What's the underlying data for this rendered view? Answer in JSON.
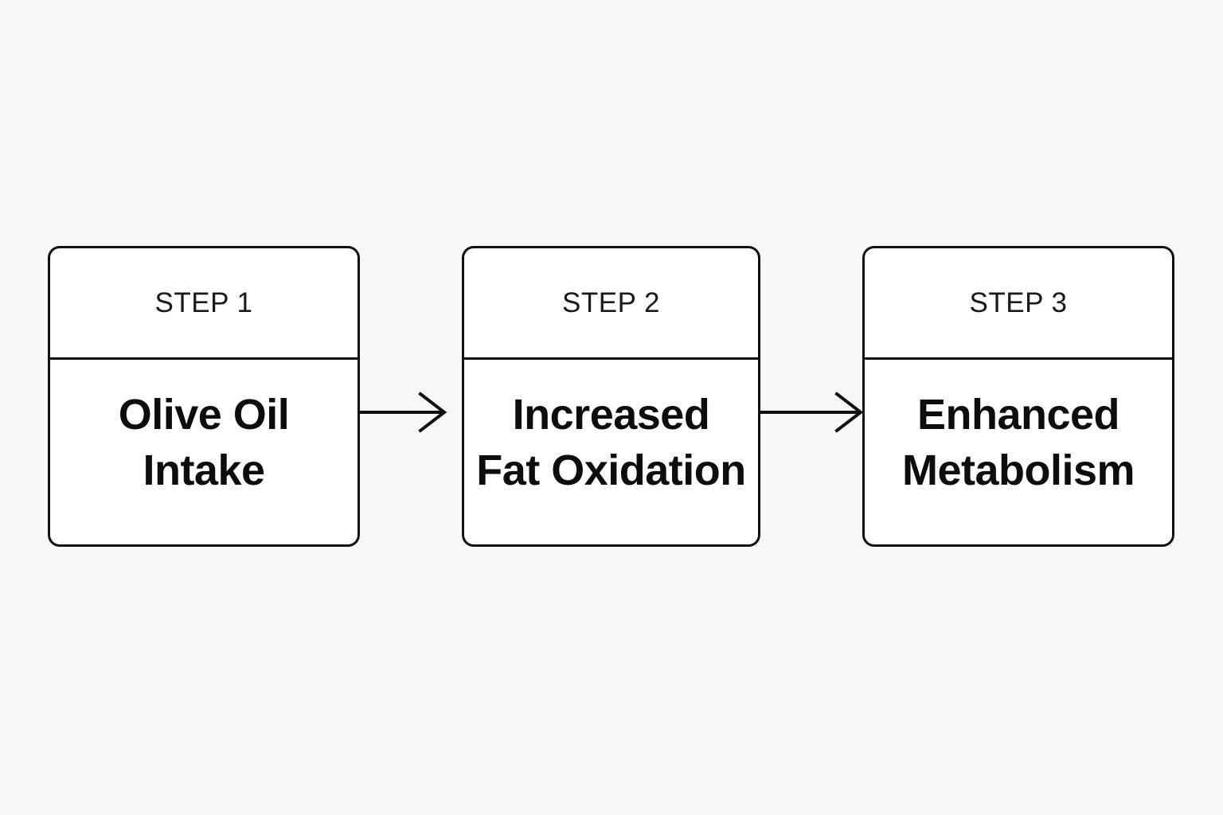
{
  "canvas": {
    "background_color": "#f7f7f7",
    "card_fill_color": "#ffffff",
    "stroke_color": "#111111",
    "text_color": "#0d0d0d"
  },
  "flow": {
    "steps": [
      {
        "eyebrow": "STEP 1",
        "title": "Olive Oil\nIntake",
        "title_lines": [
          "Olive Oil",
          "Intake"
        ]
      },
      {
        "eyebrow": "STEP 2",
        "title": "Increased\nFat Oxidation",
        "title_lines": [
          "Increased",
          "Fat Oxidation"
        ]
      },
      {
        "eyebrow": "STEP 3",
        "title": "Enhanced\nMetabolism",
        "title_lines": [
          "Enhanced",
          "Metabolism"
        ]
      }
    ],
    "connectors": [
      {
        "from": "STEP 1",
        "to": "STEP 2",
        "style": "arrow-right"
      },
      {
        "from": "STEP 2",
        "to": "STEP 3",
        "style": "arrow-right"
      }
    ]
  }
}
